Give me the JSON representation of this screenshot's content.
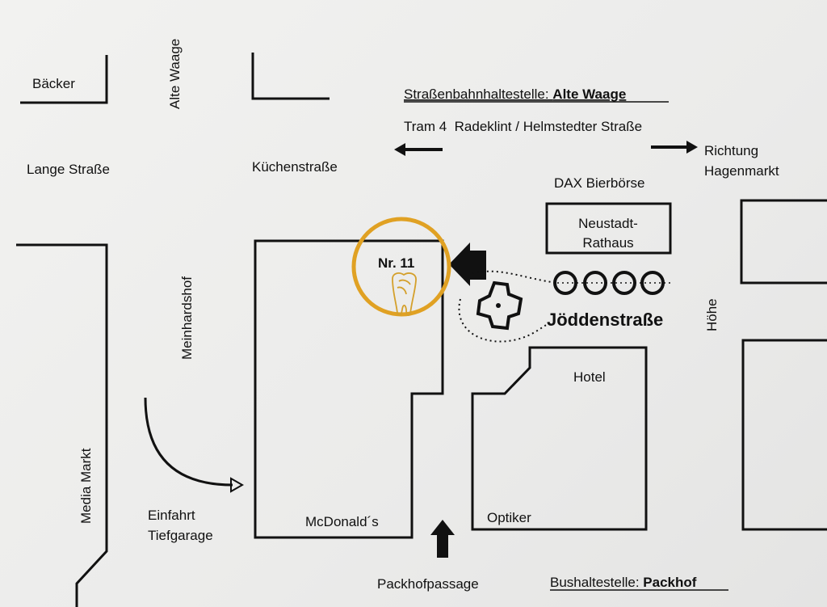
{
  "labels": {
    "baecker": "Bäcker",
    "alte_waage_street": "Alte Waage",
    "tram_stop_prefix": "Straßenbahnhaltestelle: ",
    "tram_stop_name": "Alte Waage",
    "tram_line": "Tram 4  Radeklint / Helmstedter Straße",
    "direction_line1": "Richtung",
    "direction_line2": "Hagenmarkt",
    "lange_strasse": "Lange Straße",
    "kuechenstrasse": "Küchenstraße",
    "dax": "DAX Bierbörse",
    "rathaus_line1": "Neustadt-",
    "rathaus_line2": "Rathaus",
    "meinhardshof": "Meinhardshof",
    "nr": "Nr. 11",
    "joeddenstrasse": "Jöddenstraße",
    "hoehe": "Höhe",
    "hotel": "Hotel",
    "media_markt": "Media Markt",
    "einfahrt_line1": "Einfahrt",
    "einfahrt_line2": "Tiefgarage",
    "mcdonalds": "McDonald´s",
    "optiker": "Optiker",
    "packhofpassage": "Packhofpassage",
    "bus_stop_prefix": "Bushaltestelle: ",
    "bus_stop_name": "Packhof"
  },
  "colors": {
    "highlight": "#e0a123",
    "ink": "#111111"
  }
}
